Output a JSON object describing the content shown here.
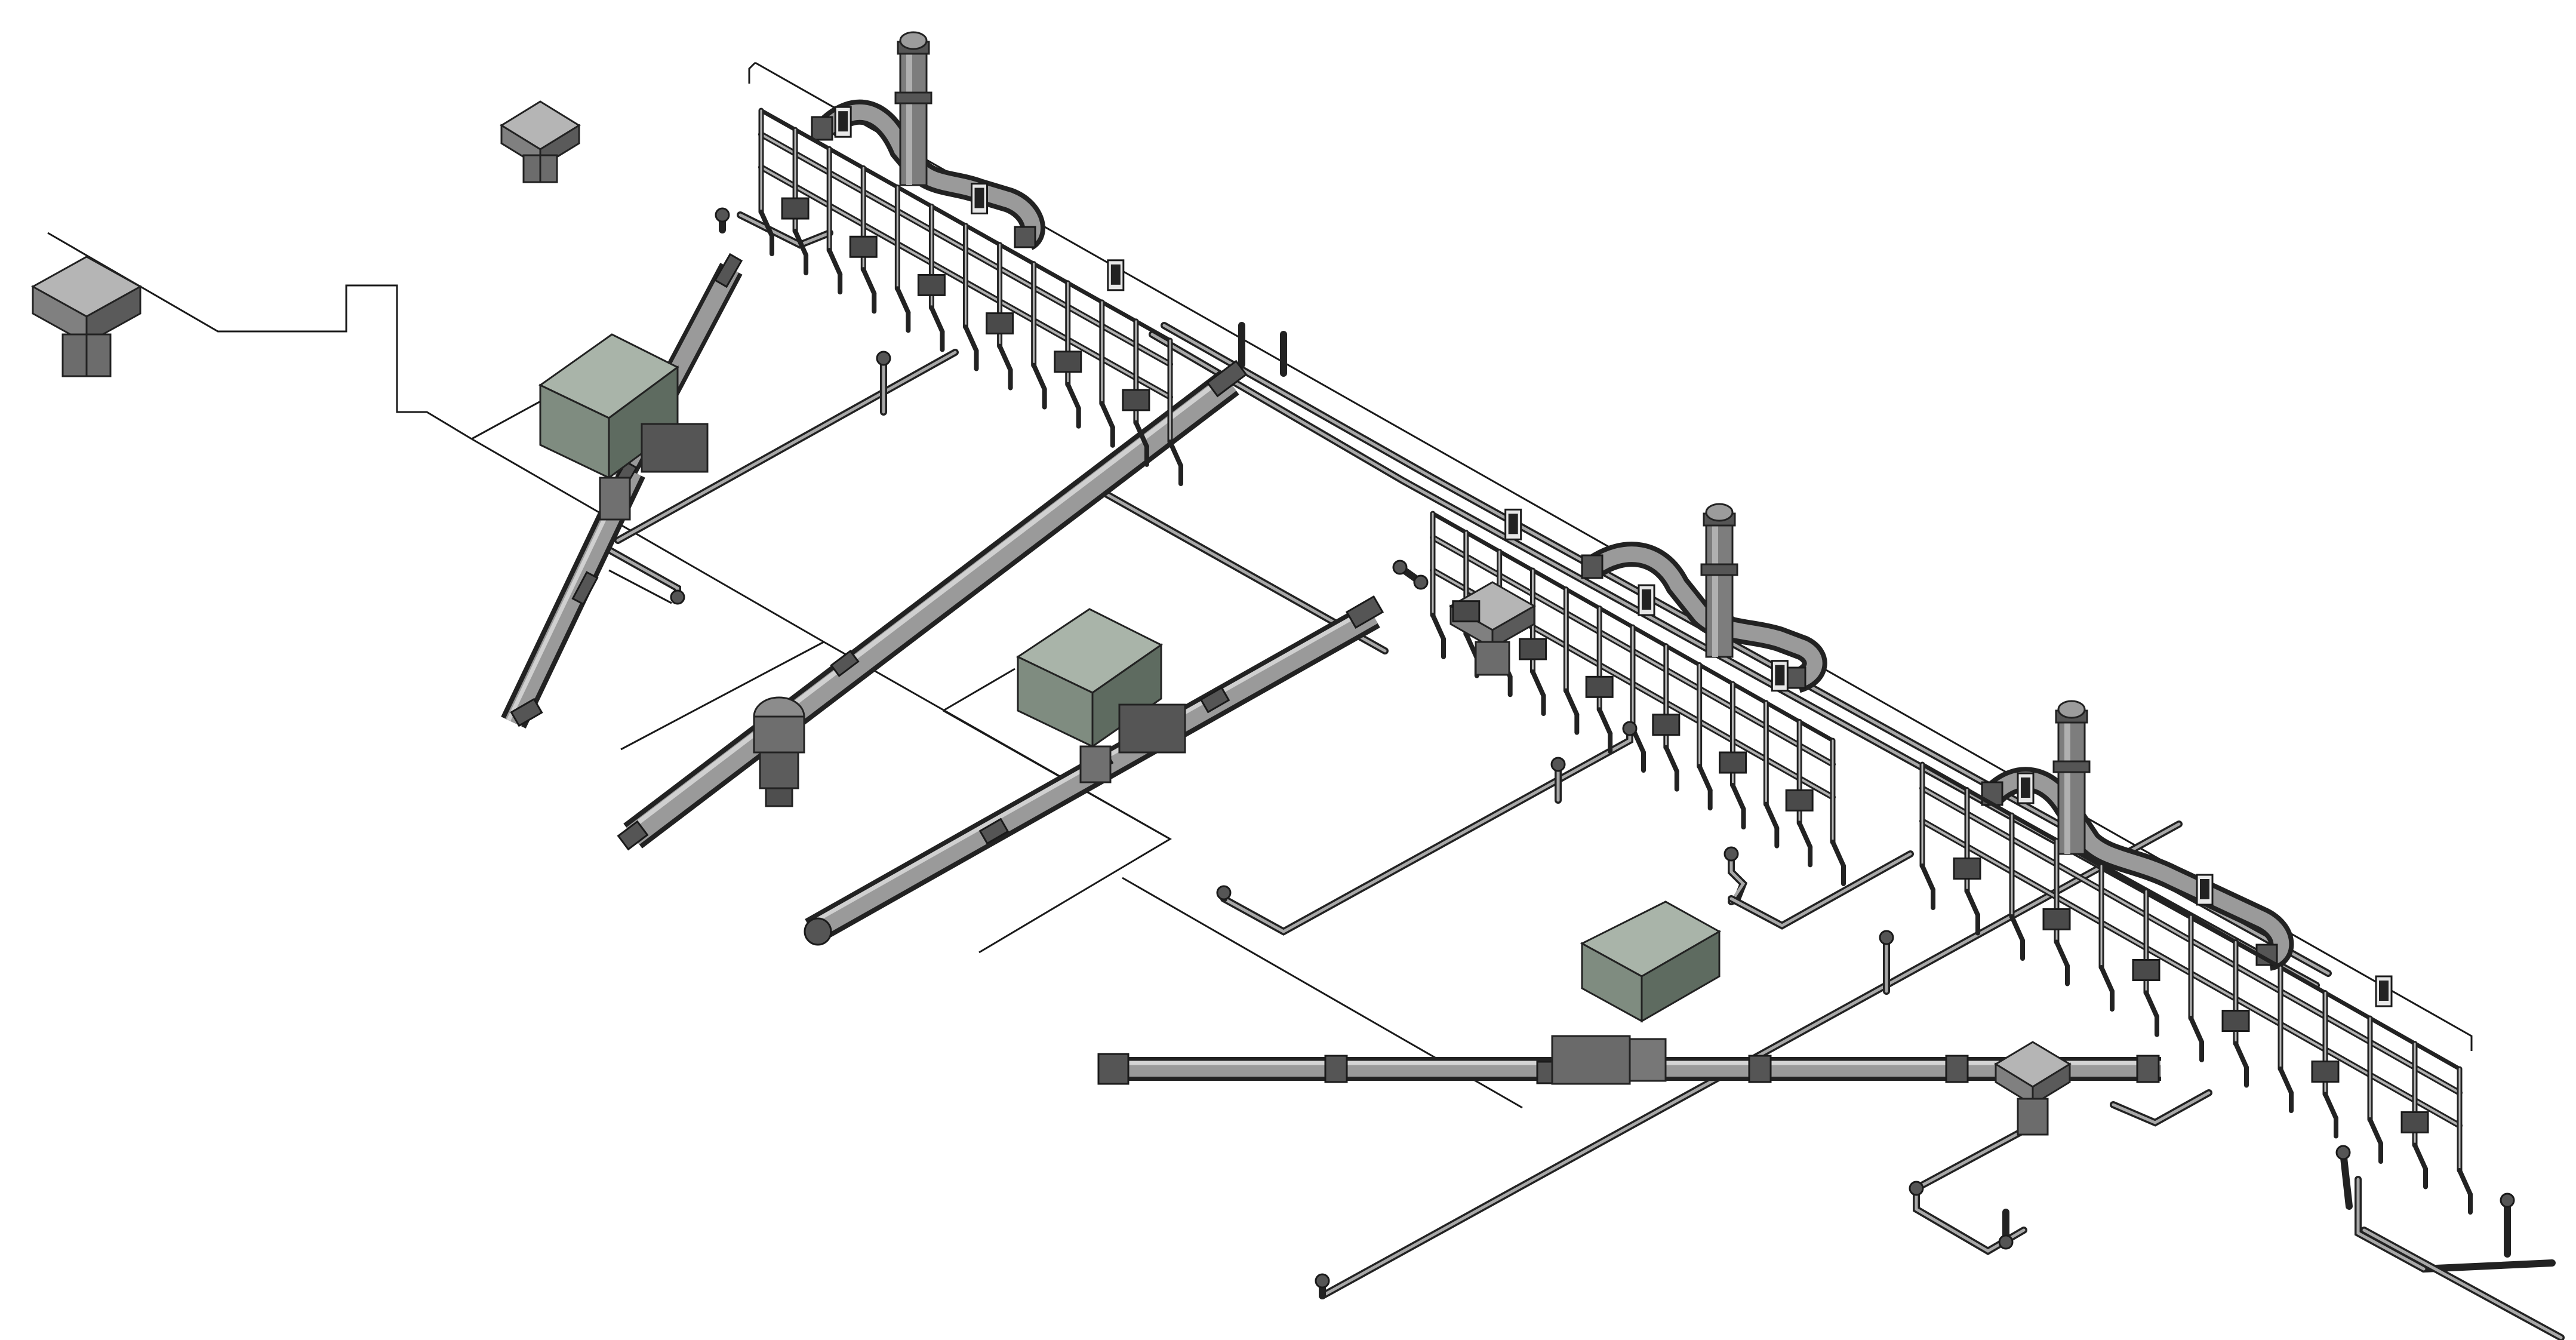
{
  "diagram": {
    "view": "isometric",
    "palette": {
      "background": "#ffffff",
      "line": "#1a1a1a",
      "pipe_dark": "#3a3a3a",
      "pipe_mid": "#8c8c8c",
      "pipe_light": "#c9c9c9",
      "unit_top": "#a9b4a9",
      "unit_left": "#7f8c80",
      "unit_right": "#5e6b60",
      "cap_top": "#b5b5b5",
      "cap_left": "#808080",
      "cap_right": "#5a5a5a"
    },
    "components": {
      "air_handling_units": 3,
      "roof_caps": 4,
      "exhaust_stacks": 3,
      "main_duct_runs": 5
    }
  }
}
